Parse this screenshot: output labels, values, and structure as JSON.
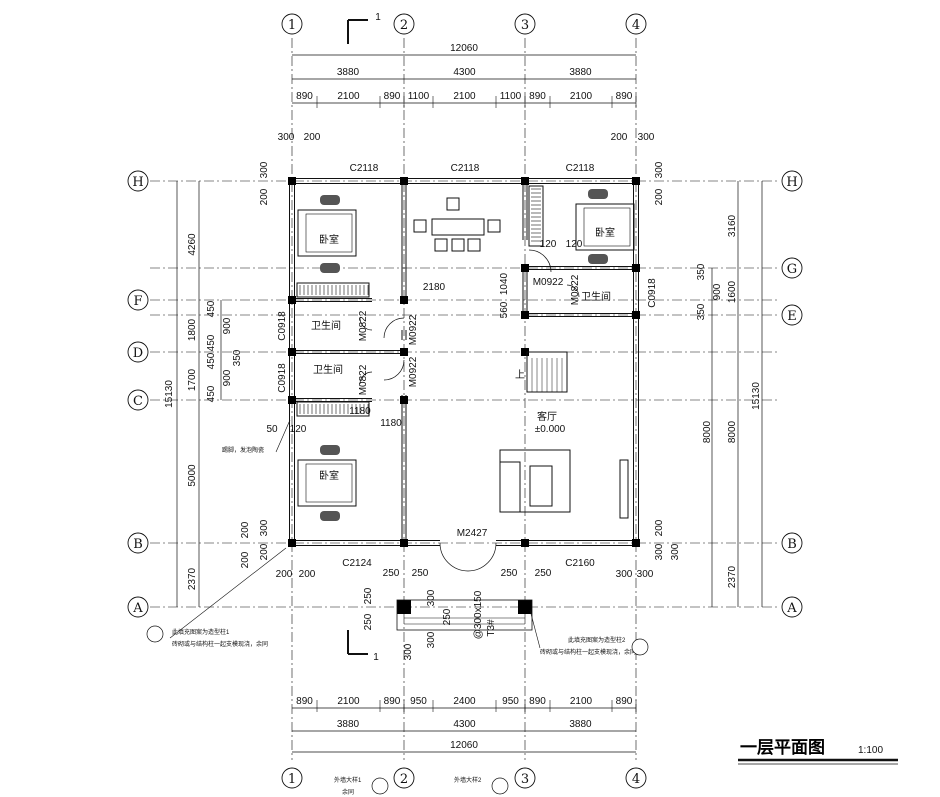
{
  "title": "一层平面图",
  "scale": "1:100",
  "section_mark": "1",
  "axes": {
    "columns": [
      "1",
      "2",
      "3",
      "4"
    ],
    "rows": [
      "H",
      "G",
      "F",
      "E",
      "D",
      "C",
      "B",
      "A"
    ]
  },
  "top_dims": {
    "total": "12060",
    "bays": [
      "3880",
      "4300",
      "3880"
    ],
    "detail": [
      "890",
      "2100",
      "890",
      "1100",
      "2100",
      "1100",
      "890",
      "2100",
      "890"
    ],
    "wall_left": [
      "300",
      "200"
    ],
    "wall_right": [
      "200",
      "300"
    ]
  },
  "bottom_dims": {
    "total": "12060",
    "bays": [
      "3880",
      "4300",
      "3880"
    ],
    "detail": [
      "890",
      "2100",
      "890",
      "950",
      "2400",
      "950",
      "890",
      "2100",
      "890"
    ]
  },
  "left_dims": {
    "total": "15130",
    "bays": [
      "4260",
      "1800",
      "1700",
      "5000",
      "2370"
    ],
    "detail": [
      "200",
      "300",
      "450",
      "900",
      "450",
      "350",
      "450",
      "900",
      "450",
      "300",
      "200"
    ]
  },
  "right_dims": {
    "total": "15130",
    "bays": [
      "3160",
      "1600",
      "8000",
      "2370"
    ],
    "inner": "8000",
    "detail": [
      "200",
      "300",
      "350",
      "900",
      "350",
      "200",
      "300"
    ]
  },
  "windows": {
    "top": [
      "C2118",
      "C2118",
      "C2118"
    ],
    "left": [
      "C0918",
      "C0918"
    ],
    "right": "C0918",
    "bottom_left": "C2124",
    "bottom_right": "C2160"
  },
  "doors": {
    "main": "M2427",
    "m0922": [
      "M0922",
      "M0922",
      "M0922"
    ],
    "m0822": [
      "M0822",
      "M0822",
      "M0822"
    ]
  },
  "rooms": {
    "bedroom": [
      "卧室",
      "卧室",
      "卧室"
    ],
    "bathroom": [
      "卫生间",
      "卫生间",
      "卫生间"
    ],
    "living": "客厅",
    "level": "±0.000",
    "stair_up": "上"
  },
  "interior_dims": [
    "2180",
    "560",
    "1040",
    "1180",
    "120",
    "50",
    "120",
    "1180",
    "120"
  ],
  "porch_dims": [
    "250",
    "250",
    "250",
    "250",
    "250",
    "250",
    "300",
    "300",
    "250",
    "@300x150",
    "T3#",
    "300",
    "200",
    "200",
    "300",
    "300",
    "200",
    "200",
    "300"
  ],
  "notes": {
    "col1_a": "此填充图案为造型柱1",
    "col1_b": "砖砌或与结构柱一起支模现浇，余同",
    "col2_a": "此填充图案为造型柱2",
    "col2_b": "砖砌或与结构柱一起支模现浇，余同",
    "skirting": "踢脚，发泡陶瓷",
    "wall1": "外墙大样1",
    "wall2": "外墙大样2",
    "same": "余同"
  }
}
